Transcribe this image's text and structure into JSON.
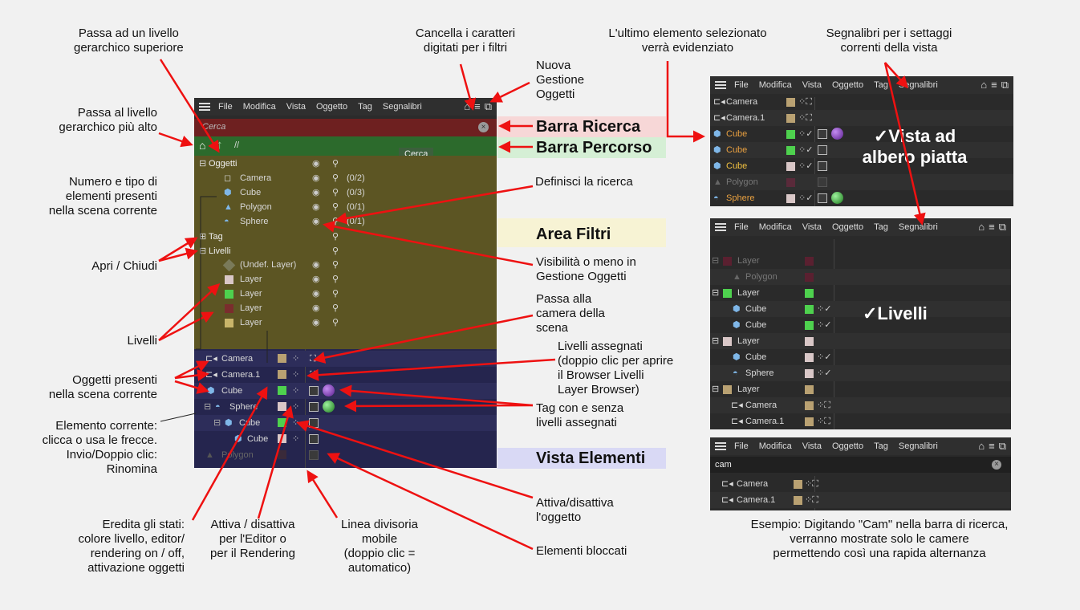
{
  "main_panel": {
    "menu": [
      "File",
      "Modifica",
      "Vista",
      "Oggetto",
      "Tag",
      "Segnalibri"
    ],
    "search_placeholder": "Cerca",
    "path_text": "//",
    "tooltip": "Cerca",
    "filter_rows": [
      {
        "label": "Oggetti",
        "count": ""
      },
      {
        "label": "Camera",
        "count": "(0/2)"
      },
      {
        "label": "Cube",
        "count": "(0/3)"
      },
      {
        "label": "Polygon",
        "count": "(0/1)"
      },
      {
        "label": "Sphere",
        "count": "(0/1)"
      },
      {
        "label": "Tag",
        "count": ""
      },
      {
        "label": "Livelli",
        "count": ""
      },
      {
        "label": "(Undef. Layer)",
        "count": ""
      },
      {
        "label": "Layer",
        "count": ""
      },
      {
        "label": "Layer",
        "count": ""
      },
      {
        "label": "Layer",
        "count": ""
      },
      {
        "label": "Layer",
        "count": ""
      }
    ],
    "objects": [
      "Camera",
      "Camera.1",
      "Cube",
      "Sphere",
      "Cube",
      "Cube",
      "Polygon"
    ]
  },
  "panel_flat": {
    "menu": [
      "File",
      "Modifica",
      "Vista",
      "Oggetto",
      "Tag",
      "Segnalibri"
    ],
    "rows": [
      "Camera",
      "Camera.1",
      "Cube",
      "Cube",
      "Cube",
      "Polygon",
      "Sphere"
    ],
    "overlay": "✓Vista ad albero piatta"
  },
  "panel_layers": {
    "menu": [
      "File",
      "Modifica",
      "Vista",
      "Oggetto",
      "Tag",
      "Segnalibri"
    ],
    "rows": [
      "Layer",
      "Polygon",
      "Layer",
      "Cube",
      "Cube",
      "Layer",
      "Cube",
      "Sphere",
      "Layer",
      "Camera",
      "Camera.1"
    ],
    "overlay": "✓Livelli"
  },
  "panel_search": {
    "menu": [
      "File",
      "Modifica",
      "Vista",
      "Oggetto",
      "Tag",
      "Segnalibri"
    ],
    "search_value": "cam",
    "rows": [
      "Camera",
      "Camera.1"
    ]
  },
  "section_labels": {
    "search": "Barra Ricerca",
    "path": "Barra Percorso",
    "filter": "Area Filtri",
    "elements": "Vista Elementi"
  },
  "notes": {
    "parent_level": "Passa ad un livello\ngerarchico superiore",
    "top_level": "Passa al livello\ngerarchico più alto",
    "count_types": "Numero e tipo di\nelementi presenti\nnella scena corrente",
    "open_close": "Apri / Chiudi",
    "layers": "Livelli",
    "scene_objects": "Oggetti presenti\nnella scena corrente",
    "current_elem": "Elemento corrente:\nclicca o usa le frecce.\nInvio/Doppio clic:\nRinomina",
    "clear_chars": "Cancella i caratteri\ndigitati per i filtri",
    "new_manager": "Nuova\nGestione\nOggetti",
    "define_search": "Definisci la ricerca",
    "visibility": "Visibilità o meno in\nGestione Oggetti",
    "goto_camera": "Passa alla\ncamera della\nscena",
    "assigned_layers": "Livelli assegnati\n(doppio clic per aprire\nil Browser Livelli\nLayer Browser)",
    "tags": "Tag con e senza\nlivelli assegnati",
    "toggle_obj": "Attiva/disattiva\nl'oggetto",
    "locked": "Elementi bloccati",
    "inherit": "Eredita gli stati:\ncolore livello, editor/\nrendering on / off,\nattivazione oggetti",
    "toggle_editor": "Attiva / disattiva\nper l'Editor o\nper il Rendering",
    "divider": "Linea divisoria\nmobile\n(doppio clic =\nautomatico)",
    "last_selected": "L'ultimo elemento selezionato\nverrà evidenziato",
    "bookmarks": "Segnalibri per i settaggi\ncorrenti della vista",
    "example": "Esempio: Digitando \"Cam\" nella barra di ricerca,\nverranno mostrate solo le camere\npermettendo così una rapida alternanza"
  }
}
